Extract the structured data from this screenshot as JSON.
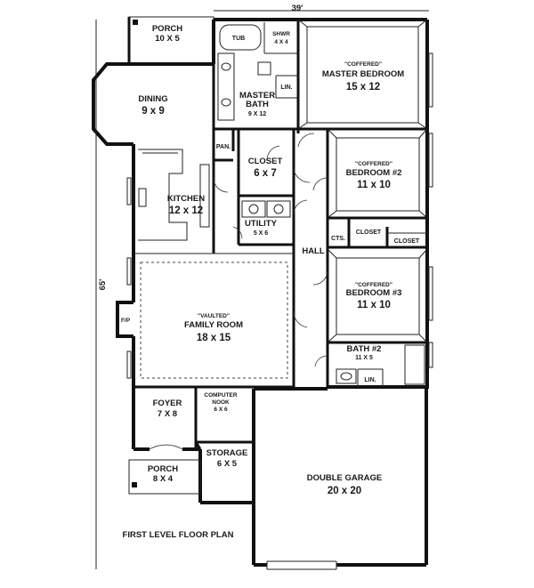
{
  "plan": {
    "title": "FIRST LEVEL FLOOR PLAN",
    "width_dim": "39'",
    "depth_dim": "65'"
  },
  "rooms": {
    "porch_top": {
      "name": "PORCH",
      "size": "10 X 5"
    },
    "tub": {
      "name": "TUB"
    },
    "shower": {
      "name": "SHWR",
      "size": "4 X 4"
    },
    "master_bedroom": {
      "note": "\"COFFERED\"",
      "name": "MASTER BEDROOM",
      "size": "15 x 12"
    },
    "dining": {
      "name": "DINING",
      "size": "9 x 9"
    },
    "master_bath": {
      "name": "MASTER",
      "name2": "BATH",
      "size": "9 X 12"
    },
    "lin_master": {
      "name": "LIN."
    },
    "pantry": {
      "name": "PAN."
    },
    "closet_master": {
      "name": "CLOSET",
      "size": "6 x 7"
    },
    "bedroom2": {
      "note": "\"COFFERED\"",
      "name": "BEDROOM #2",
      "size": "11 x 10"
    },
    "kitchen": {
      "name": "KITCHEN",
      "size": "12 x 12"
    },
    "utility": {
      "name": "UTILITY",
      "size": "5 X 6"
    },
    "cts": {
      "name": "CTS."
    },
    "closet_a": {
      "name": "CLOSET"
    },
    "closet_b": {
      "name": "CLOSET"
    },
    "hall": {
      "name": "HALL"
    },
    "bedroom3": {
      "note": "\"COFFERED\"",
      "name": "BEDROOM #3",
      "size": "11 x 10"
    },
    "family_room": {
      "note": "\"VAULTED\"",
      "name": "FAMILY ROOM",
      "size": "18 x 15"
    },
    "fireplace": {
      "name": "F/P"
    },
    "bath2": {
      "name": "BATH #2",
      "size": "11 X 5"
    },
    "lin_bath2": {
      "name": "LIN."
    },
    "foyer": {
      "name": "FOYER",
      "size": "7 X 8"
    },
    "computer_nook": {
      "name": "COMPUTER",
      "name2": "NOOK",
      "size": "6 X 6"
    },
    "storage": {
      "name": "STORAGE",
      "size": "6 X 5"
    },
    "porch_front": {
      "name": "PORCH",
      "size": "8 X 4"
    },
    "garage": {
      "name": "DOUBLE GARAGE",
      "size": "20 x 20"
    }
  }
}
